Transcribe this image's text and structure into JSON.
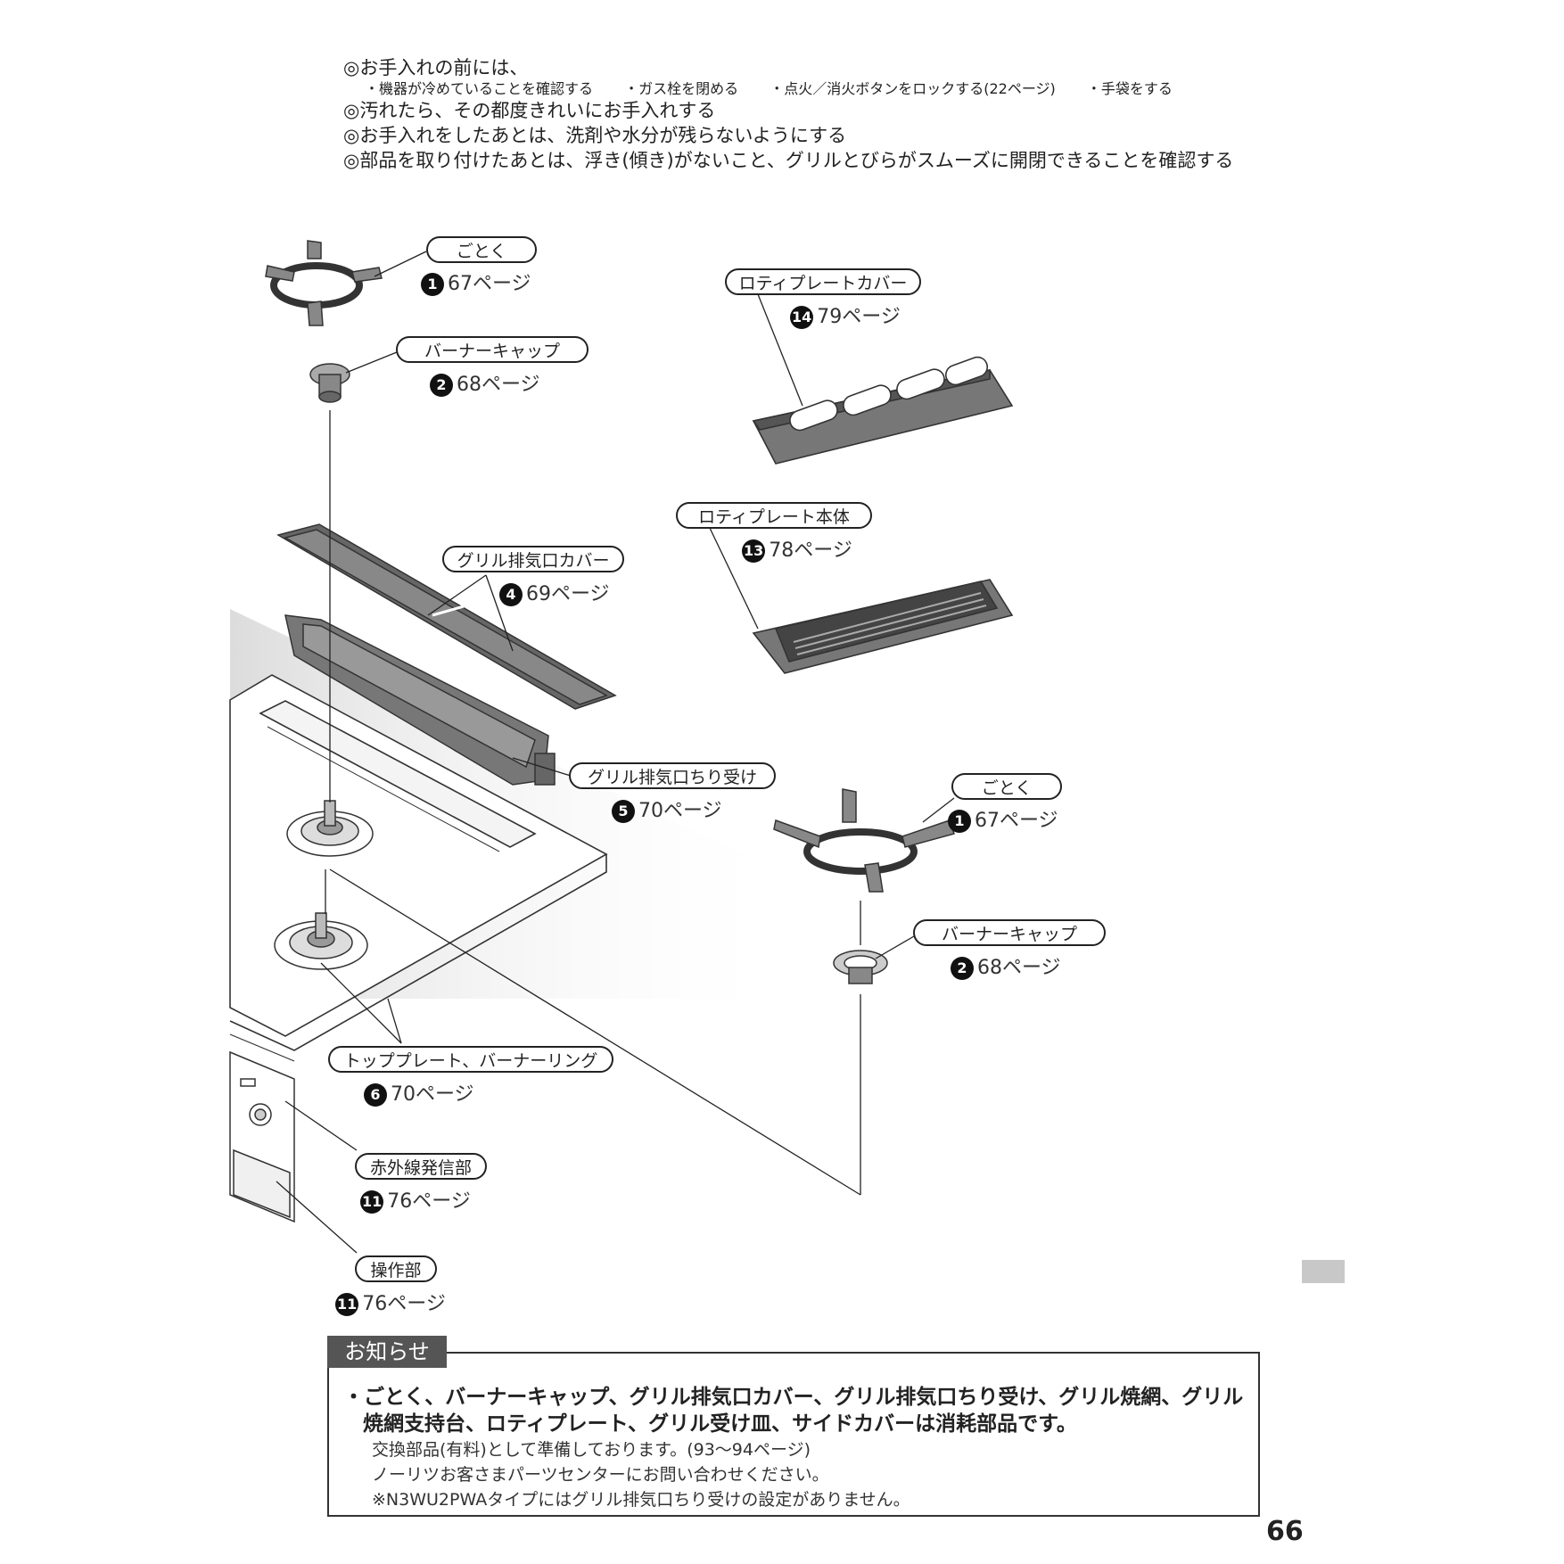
{
  "intro": {
    "line1": "◎お手入れの前には、",
    "checks": [
      "・機器が冷めていることを確認する",
      "・ガス栓を閉める",
      "・点火／消火ボタンをロックする(22ページ)",
      "・手袋をする"
    ],
    "line2": "◎汚れたら、その都度きれいにお手入れする",
    "line3": "◎お手入れをしたあとは、洗剤や水分が残らないようにする",
    "line4": "◎部品を取り付けたあとは、浮き(傾き)がないこと、グリルとびらがスムーズに開閉できることを確認する"
  },
  "parts": {
    "gotoku_left": {
      "name": "ごとく",
      "num": "1",
      "page": "67ページ"
    },
    "burner_cap_left": {
      "name": "バーナーキャップ",
      "num": "2",
      "page": "68ページ"
    },
    "roti_cover": {
      "name": "ロティプレートカバー",
      "num": "14",
      "page": "79ページ"
    },
    "roti_body": {
      "name": "ロティプレート本体",
      "num": "13",
      "page": "78ページ"
    },
    "grill_vent_cover": {
      "name": "グリル排気口カバー",
      "num": "4",
      "page": "69ページ"
    },
    "grill_vent_tray": {
      "name": "グリル排気口ちり受け",
      "num": "5",
      "page": "70ページ"
    },
    "gotoku_right": {
      "name": "ごとく",
      "num": "1",
      "page": "67ページ"
    },
    "burner_cap_right": {
      "name": "バーナーキャップ",
      "num": "2",
      "page": "68ページ"
    },
    "top_plate": {
      "name": "トッププレート、バーナーリング",
      "num": "6",
      "page": "70ページ"
    },
    "ir_emitter": {
      "name": "赤外線発信部",
      "num": "11",
      "page": "76ページ"
    },
    "control": {
      "name": "操作部",
      "num": "11",
      "page": "76ページ"
    }
  },
  "notice": {
    "tab": "お知らせ",
    "main": "・ごとく、バーナーキャップ、グリル排気口カバー、グリル排気口ちり受け、グリル焼網、グリル焼網支持台、ロティプレート、グリル受け皿、サイドカバーは消耗部品です。",
    "sub1": "交換部品(有料)として準備しております。(93〜94ページ)",
    "sub2": "ノーリツお客さまパーツセンターにお問い合わせください。",
    "sub3": "※N3WU2PWAタイプにはグリル排気口ちり受けの設定がありません。"
  },
  "page_number": "66"
}
